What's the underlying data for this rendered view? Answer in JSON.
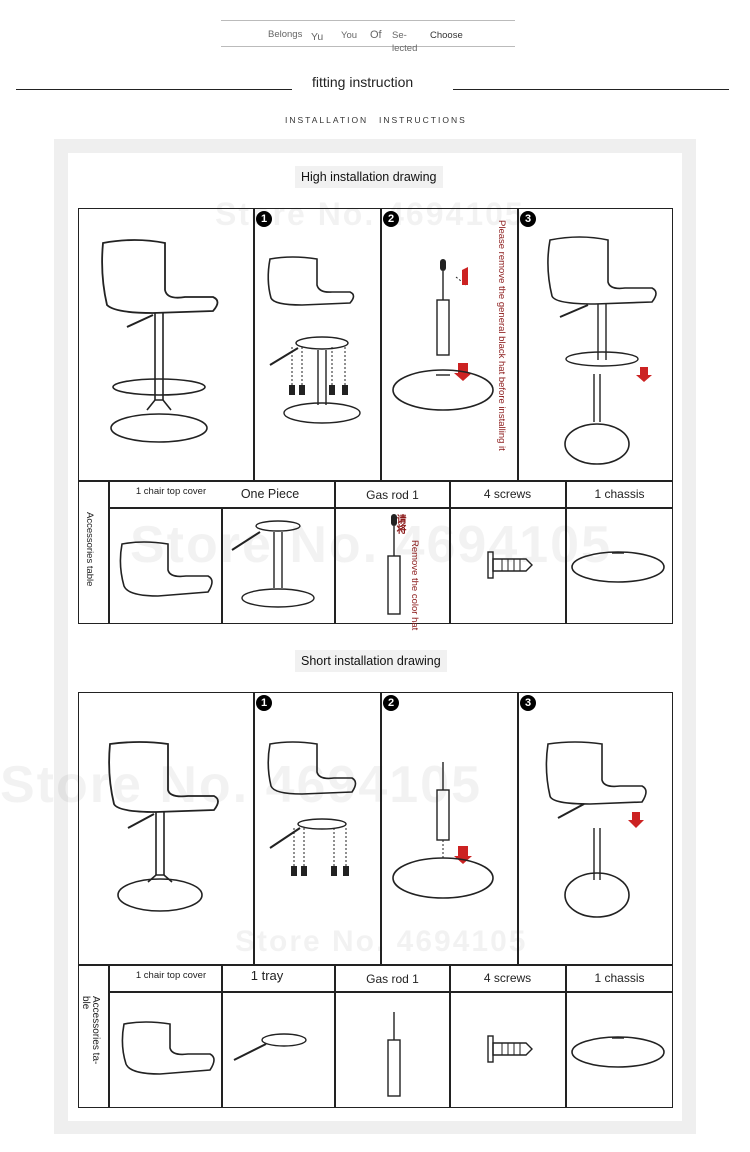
{
  "header": {
    "nav_items": [
      "Belongs",
      "Yu",
      "You",
      "Of",
      "Se-\nlected",
      "Choose"
    ],
    "title": "fitting instruction",
    "subtitle_left": "INSTALLATION",
    "subtitle_right": "INSTRUCTIONS"
  },
  "watermark": "Store No. 4694105",
  "high": {
    "title": "High installation drawing",
    "steps": [
      "1",
      "2",
      "3"
    ],
    "note": "Please remove the general black hat before installing it",
    "side_label": "Accessories table",
    "items": [
      "1 chair top cover",
      "One Piece",
      "Gas rod 1",
      "4 screws",
      "1 chassis"
    ],
    "rod_note_cn": "请将",
    "rod_note": "Remove the color hat"
  },
  "short": {
    "title": "Short installation drawing",
    "steps": [
      "1",
      "2",
      "3"
    ],
    "side_label": "Accessories ta-\nble",
    "items": [
      "1 chair top cover",
      "1 tray",
      "Gas rod 1",
      "4 screws",
      "1 chassis"
    ]
  }
}
